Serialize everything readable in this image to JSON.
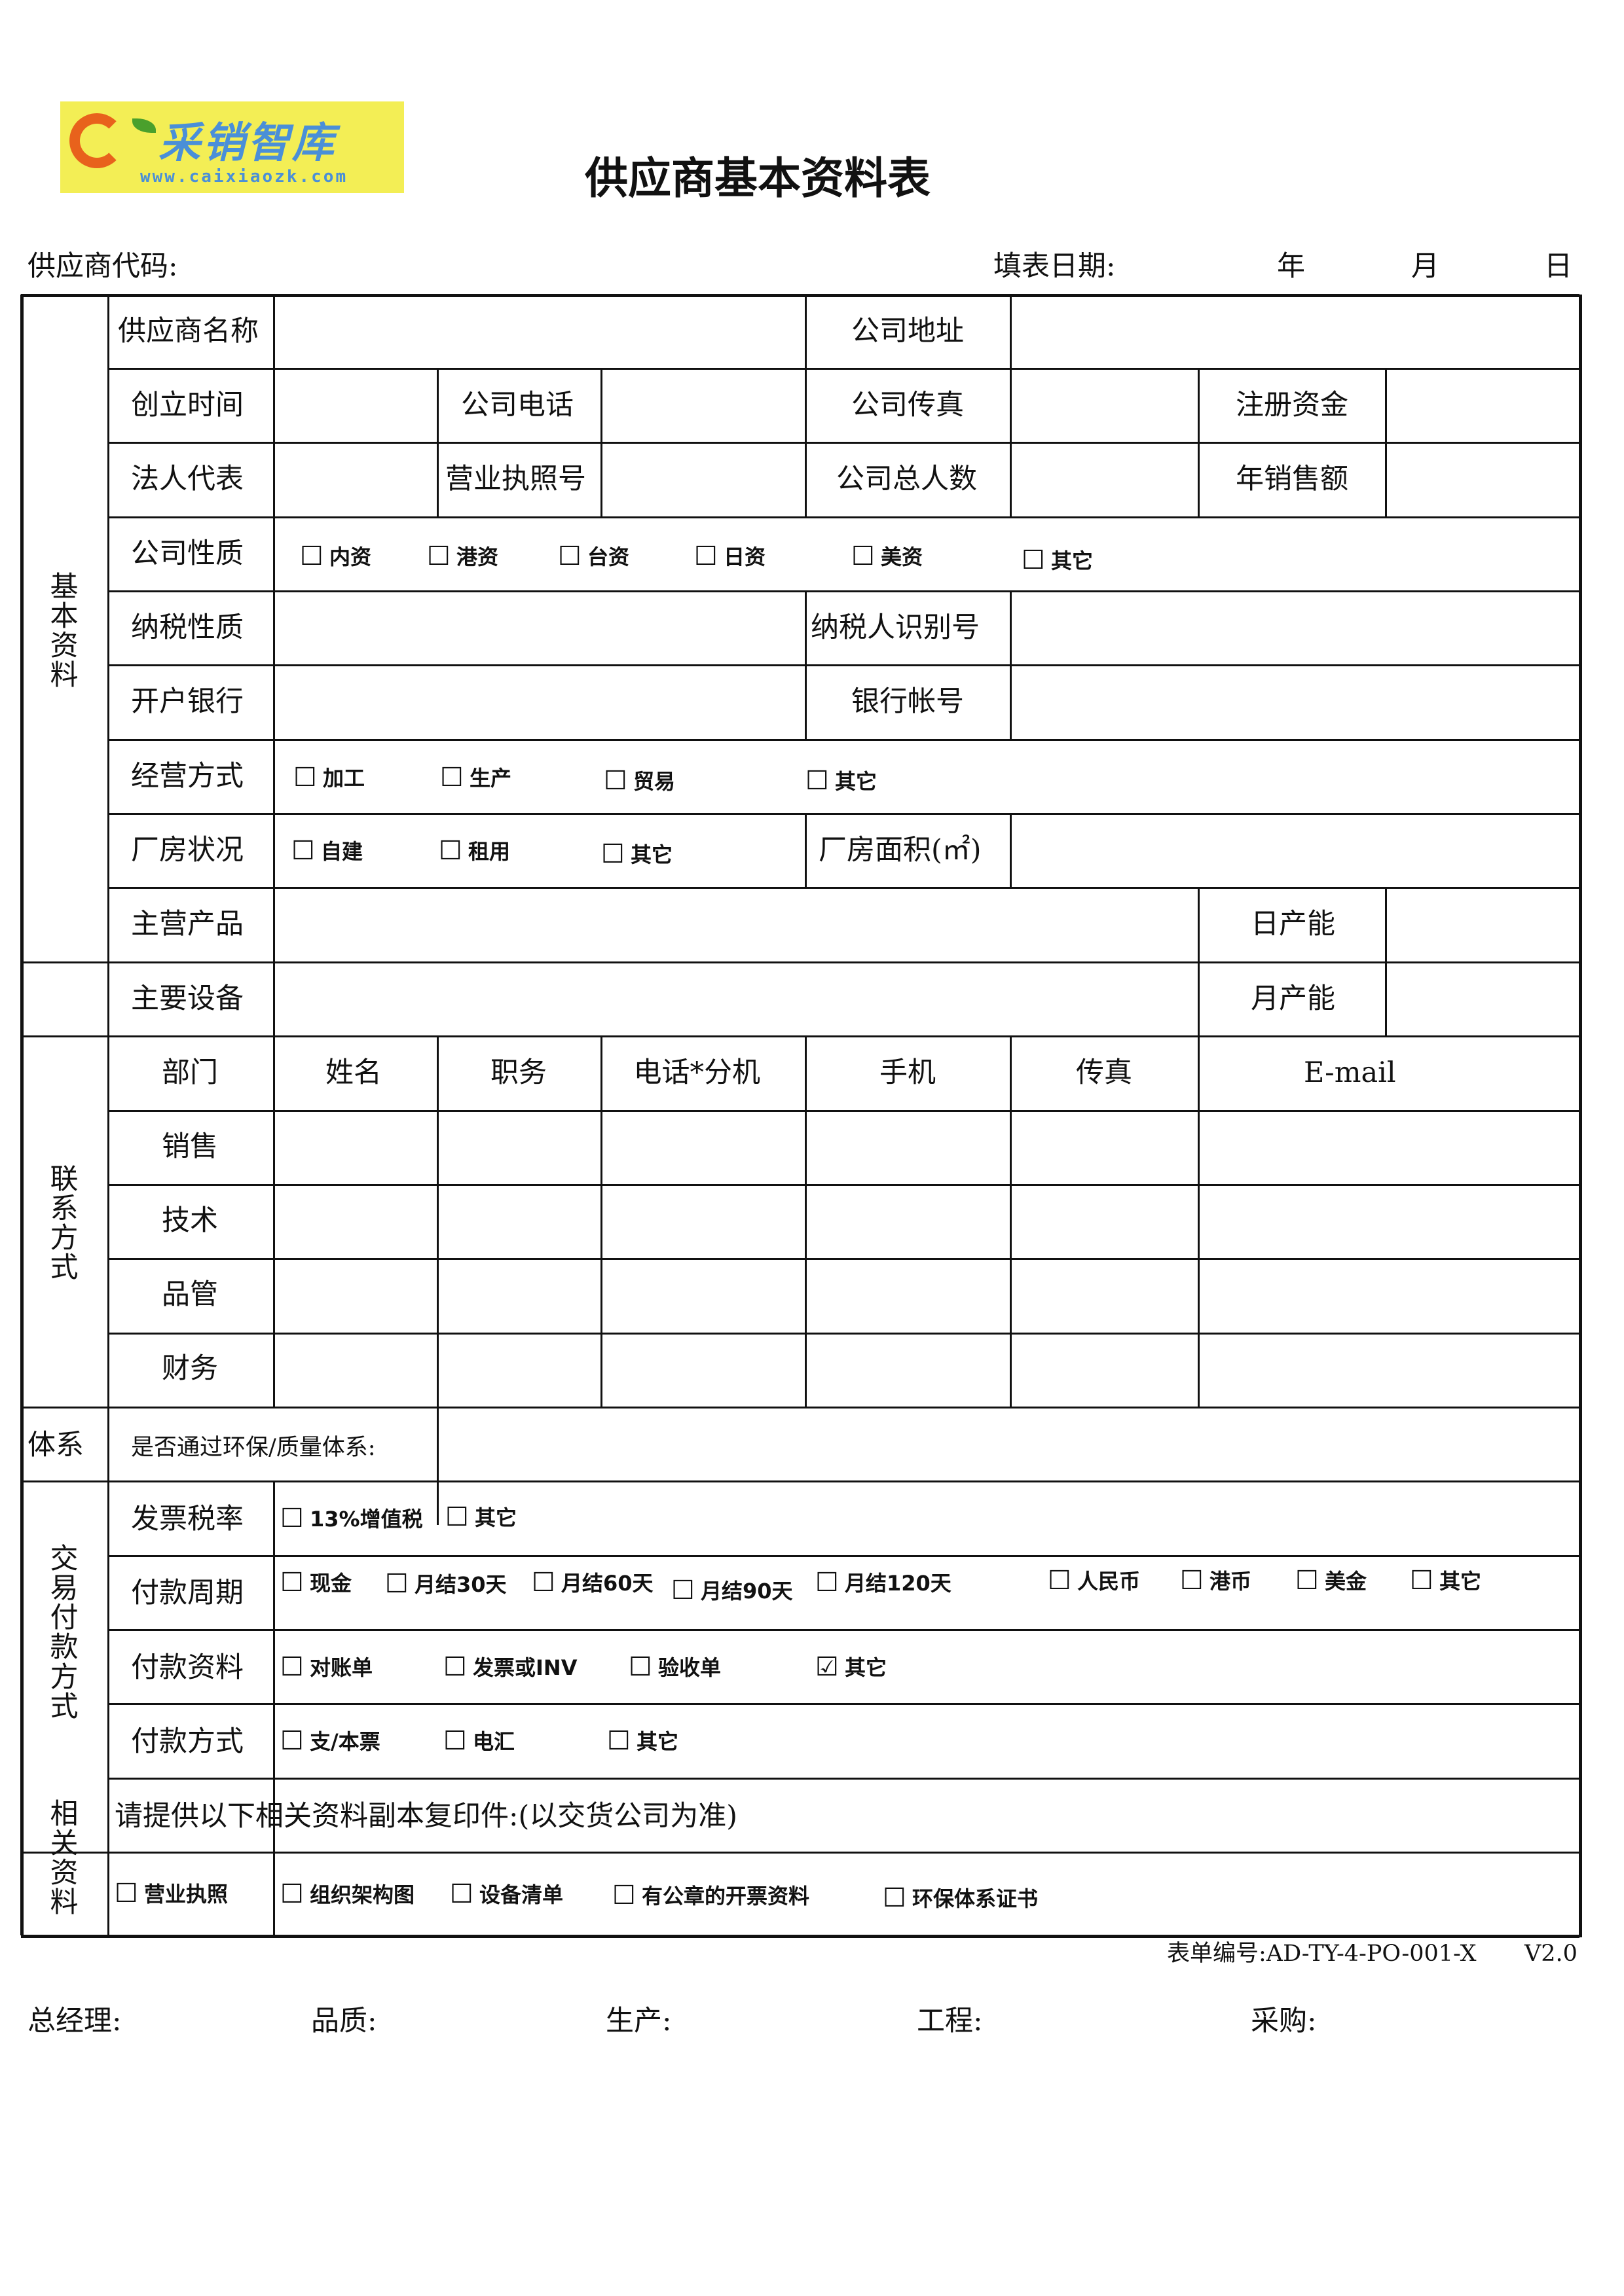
{
  "logo": {
    "name": "采销智库",
    "url": "www.caixiaozk.com"
  },
  "title": "供应商基本资料表",
  "header": {
    "supplier_code_label": "供应商代码:",
    "date_label": "填表日期:",
    "year": "年",
    "month": "月",
    "day": "日"
  },
  "sections": {
    "basic": "基本资料",
    "contact": "联系方式",
    "system": "体系",
    "trade": "交易付款方式",
    "related": "相关资料"
  },
  "basic": {
    "supplier_name": "供应商名称",
    "company_address": "公司地址",
    "founded": "创立时间",
    "company_phone": "公司电话",
    "company_fax": "公司传真",
    "registered_capital": "注册资金",
    "legal_rep": "法人代表",
    "business_license_no": "营业执照号",
    "total_staff": "公司总人数",
    "annual_sales": "年销售额",
    "company_type": "公司性质",
    "company_type_options": [
      "内资",
      "港资",
      "台资",
      "日资",
      "美资",
      "其它"
    ],
    "tax_type": "纳税性质",
    "taxpayer_id": "纳税人识别号",
    "bank": "开户银行",
    "bank_account": "银行帐号",
    "operation_mode": "经营方式",
    "operation_options": [
      "加工",
      "生产",
      "贸易",
      "其它"
    ],
    "factory_status": "厂房状况",
    "factory_options": [
      "自建",
      "租用",
      "其它"
    ],
    "factory_area": "厂房面积(㎡)",
    "main_products": "主营产品",
    "daily_capacity": "日产能",
    "main_equipment": "主要设备",
    "monthly_capacity": "月产能"
  },
  "contact": {
    "headers": [
      "部门",
      "姓名",
      "职务",
      "电话*分机",
      "手机",
      "传真",
      "E-mail"
    ],
    "departments": [
      "销售",
      "技术",
      "品管",
      "财务"
    ]
  },
  "system": {
    "question": "是否通过环保/质量体系:"
  },
  "trade": {
    "tax_rate": "发票税率",
    "tax_options": [
      "13%增值税",
      "其它"
    ],
    "payment_period": "付款周期",
    "period_options": [
      "现金",
      "月结30天",
      "月结60天",
      "月结90天",
      "月结120天"
    ],
    "currency_options": [
      "人民币",
      "港币",
      "美金",
      "其它"
    ],
    "payment_docs": "付款资料",
    "doc_options": [
      "对账单",
      "发票或INV",
      "验收单",
      "其它"
    ],
    "doc_checked": "其它",
    "payment_method": "付款方式",
    "method_options": [
      "支/本票",
      "电汇",
      "其它"
    ]
  },
  "related": {
    "instruction": "请提供以下相关资料副本复印件:(以交货公司为准)",
    "items": [
      "营业执照",
      "组织架构图",
      "设备清单",
      "有公章的开票资料",
      "环保体系证书"
    ]
  },
  "footer": {
    "form_no": "表单编号:AD-TY-4-PO-001-X",
    "version": "V2.0"
  },
  "signoffs": [
    "总经理:",
    "品质:",
    "生产:",
    "工程:",
    "采购:"
  ]
}
